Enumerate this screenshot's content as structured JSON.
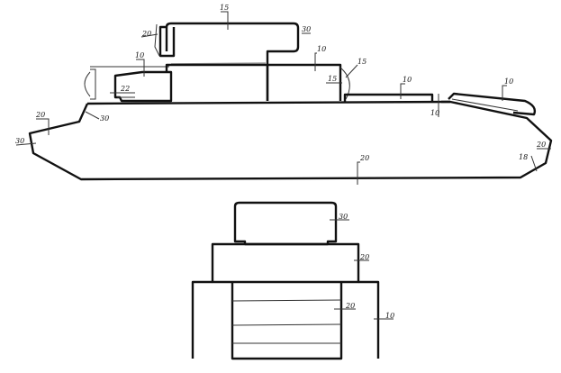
{
  "title": "Armor thickness scheme (mm)",
  "side_view": {
    "labels": [
      "15",
      "20",
      "30",
      "10",
      "22",
      "10",
      "15",
      "15",
      "10",
      "10",
      "10",
      "20",
      "30",
      "30",
      "20",
      "20",
      "18"
    ]
  },
  "front_view": {
    "labels": [
      "30",
      "20",
      "20",
      "10"
    ]
  }
}
